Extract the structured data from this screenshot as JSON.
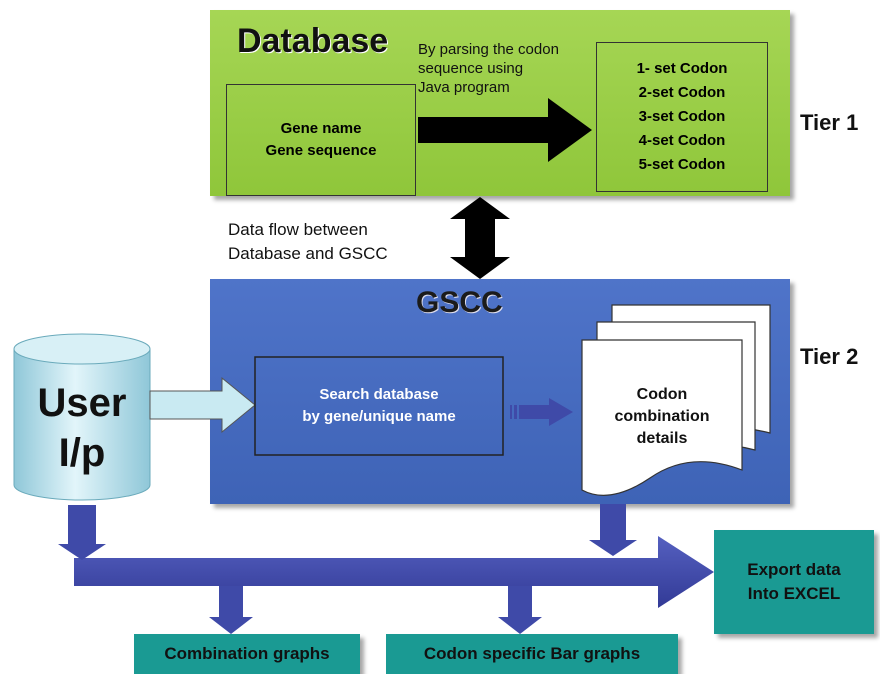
{
  "tier1": {
    "title": "Database",
    "parse_note_line1": "By parsing the codon",
    "parse_note_line2": "sequence  using",
    "parse_note_line3": "Java program",
    "gene_box_line1": "Gene name",
    "gene_box_line2": "Gene sequence",
    "codon_sets": [
      "1- set Codon",
      "2-set Codon",
      "3-set Codon",
      "4-set Codon",
      "5-set Codon"
    ],
    "label": "Tier 1"
  },
  "data_flow": {
    "line1": "Data flow between",
    "line2": "Database and GSCC"
  },
  "tier2": {
    "title": "GSCC",
    "user_line1": "User",
    "user_line2": "I/p",
    "search_line1": "Search database",
    "search_line2": "by gene/unique name",
    "codon_doc_line1": "Codon",
    "codon_doc_line2": "combination",
    "codon_doc_line3": "details",
    "label": "Tier 2"
  },
  "outputs": {
    "export_line1": "Export data",
    "export_line2": "Into EXCEL",
    "combination_graphs": "Combination graphs",
    "codon_bar_graphs": "Codon specific Bar graphs"
  },
  "colors": {
    "tier1_bg": "#98cc44",
    "tier2_bg": "#4468bb",
    "teal_box": "#1a9a93",
    "arrow_blue": "#3f4aa8",
    "cylinder": "#c9eaf2"
  }
}
